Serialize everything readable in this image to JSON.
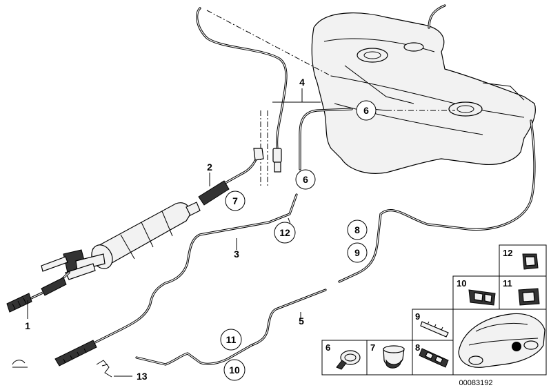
{
  "callouts": {
    "c1": "1",
    "c2": "2",
    "c3": "3",
    "c4": "4",
    "c5": "5",
    "c6a": "6",
    "c6b": "6",
    "c7": "7",
    "c8": "8",
    "c9": "9",
    "c10": "10",
    "c11": "11",
    "c12": "12",
    "c13": "13"
  },
  "legend": {
    "b6": "6",
    "b7": "7",
    "b8": "8",
    "b9": "9",
    "b10": "10",
    "b11": "11",
    "b12": "12"
  },
  "doc_number": "00083192"
}
